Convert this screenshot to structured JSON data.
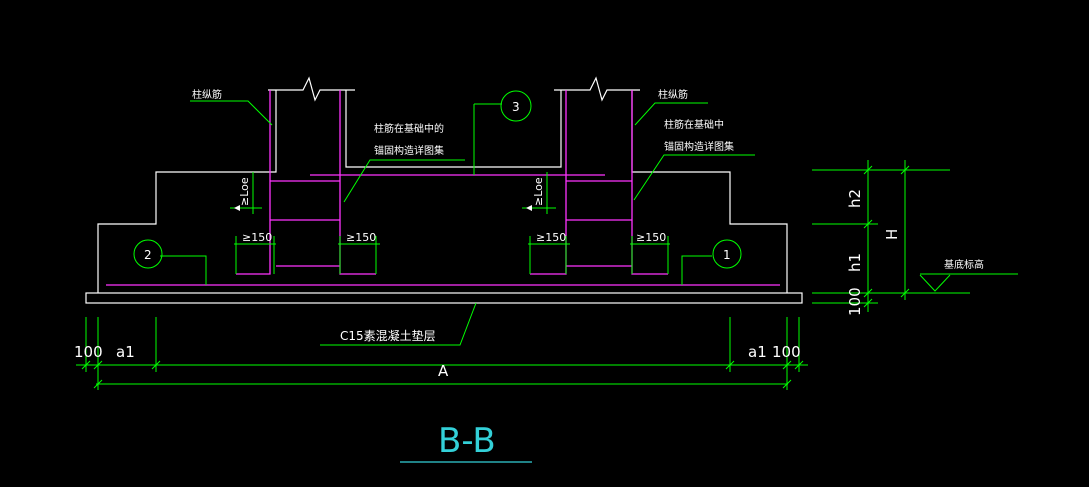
{
  "drawing": {
    "title": "B-B",
    "colors": {
      "background": "#000000",
      "outline": "#ffffff",
      "rebar": "#ff33ff",
      "dimension": "#00ff00",
      "leader": "#00ff00",
      "title": "#33d0d8"
    },
    "annotations": {
      "column_bars_left": "柱纵筋",
      "column_bars_right": "柱纵筋",
      "anchorage_left_line1": "柱筋在基础中的",
      "anchorage_left_line2": "锚固构造详图集",
      "anchorage_right_line1": "柱筋在基础中",
      "anchorage_right_line2": "锚固构造详图集",
      "base_elevation": "基底标高",
      "cushion": "C15素混凝土垫层"
    },
    "callouts": {
      "c1": "1",
      "c2": "2",
      "c3": "3"
    },
    "dimensions": {
      "loe": "≥Loe",
      "min150": "≥150",
      "h2": "h2",
      "h1": "h1",
      "H": "H",
      "v100": "100",
      "left_100": "100",
      "left_a1": "a1",
      "right_a1": "a1",
      "right_100": "100",
      "A": "A"
    }
  }
}
